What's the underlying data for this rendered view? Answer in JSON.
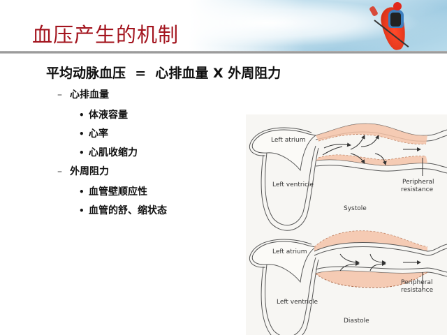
{
  "slide": {
    "title": "血压产生的机制",
    "formula": "平均动脉血压  =  心排血量 X 外周阻力",
    "colors": {
      "title": "#a3141e",
      "text": "#111111",
      "vessel_fill": "#f5c3a8",
      "rule": "#8c8c8c"
    }
  },
  "outline": [
    {
      "marker": "–",
      "label": "心排血量",
      "children": [
        {
          "marker": "•",
          "label": "体液容量"
        },
        {
          "marker": "•",
          "label": "心率"
        },
        {
          "marker": "•",
          "label": "心肌收缩力"
        }
      ]
    },
    {
      "marker": "–",
      "label": "外周阻力",
      "children": [
        {
          "marker": "•",
          "label": "血管壁顺应性"
        },
        {
          "marker": "•",
          "label": "血管的舒、缩状态"
        }
      ]
    }
  ],
  "diagram": {
    "systole": {
      "left_atrium": "Left atrium",
      "left_ventricle": "Left ventricle",
      "peripheral": "Peripheral",
      "resistance": "resistance",
      "caption": "Systole"
    },
    "diastole": {
      "left_atrium": "Left atrium",
      "left_ventricle": "Left ventricle",
      "peripheral": "Peripheral",
      "resistance": "resistance",
      "caption": "Diastole"
    }
  },
  "header_image": {
    "icon": "kayaker-photo"
  }
}
